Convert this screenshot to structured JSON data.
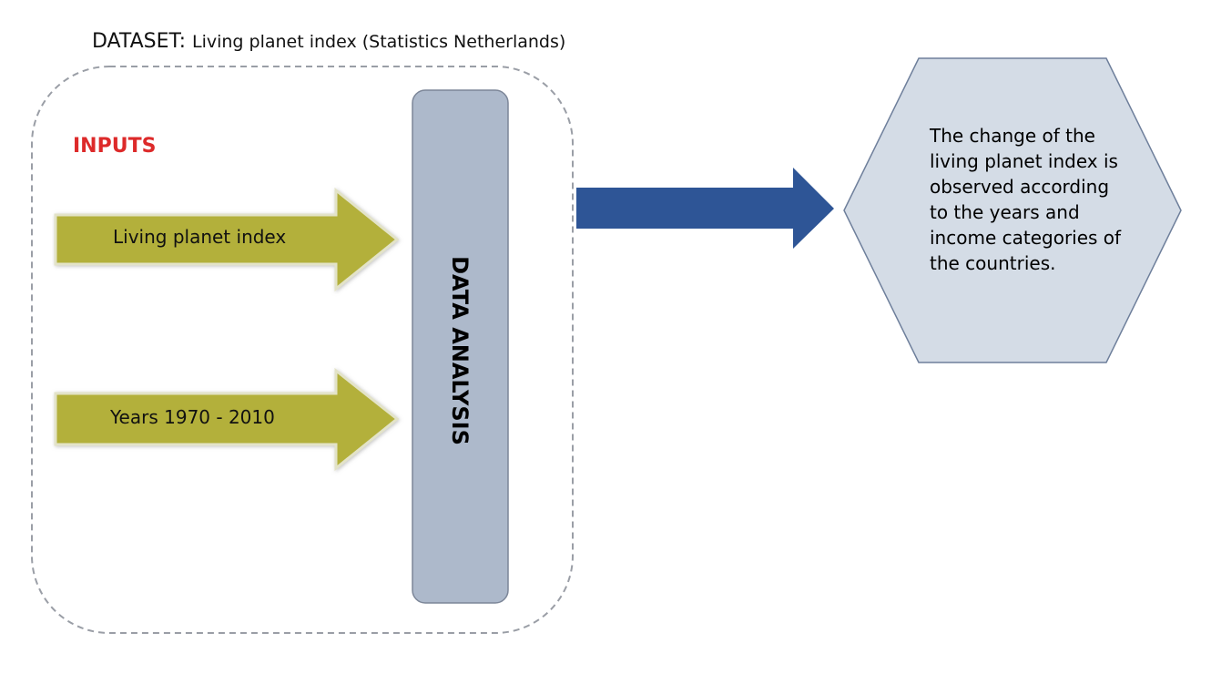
{
  "dataset": {
    "prefix": "DATASET:",
    "name": "Living planet index (Statistics Netherlands)"
  },
  "inputs": {
    "heading": "INPUTS",
    "items": [
      {
        "label": "Living planet index"
      },
      {
        "label": "Years 1970 - 2010"
      }
    ]
  },
  "process": {
    "label": "DATA ANALYSIS"
  },
  "output": {
    "text": "The change of the living planet index is observed according to the years and income categories of the countries."
  },
  "colors": {
    "input_arrow": "#b3b03a",
    "analysis_bar": "#adb9cb",
    "output_arrow": "#2e5596",
    "output_hexagon": "#d4dce6",
    "inputs_heading": "#dd2a2a"
  }
}
